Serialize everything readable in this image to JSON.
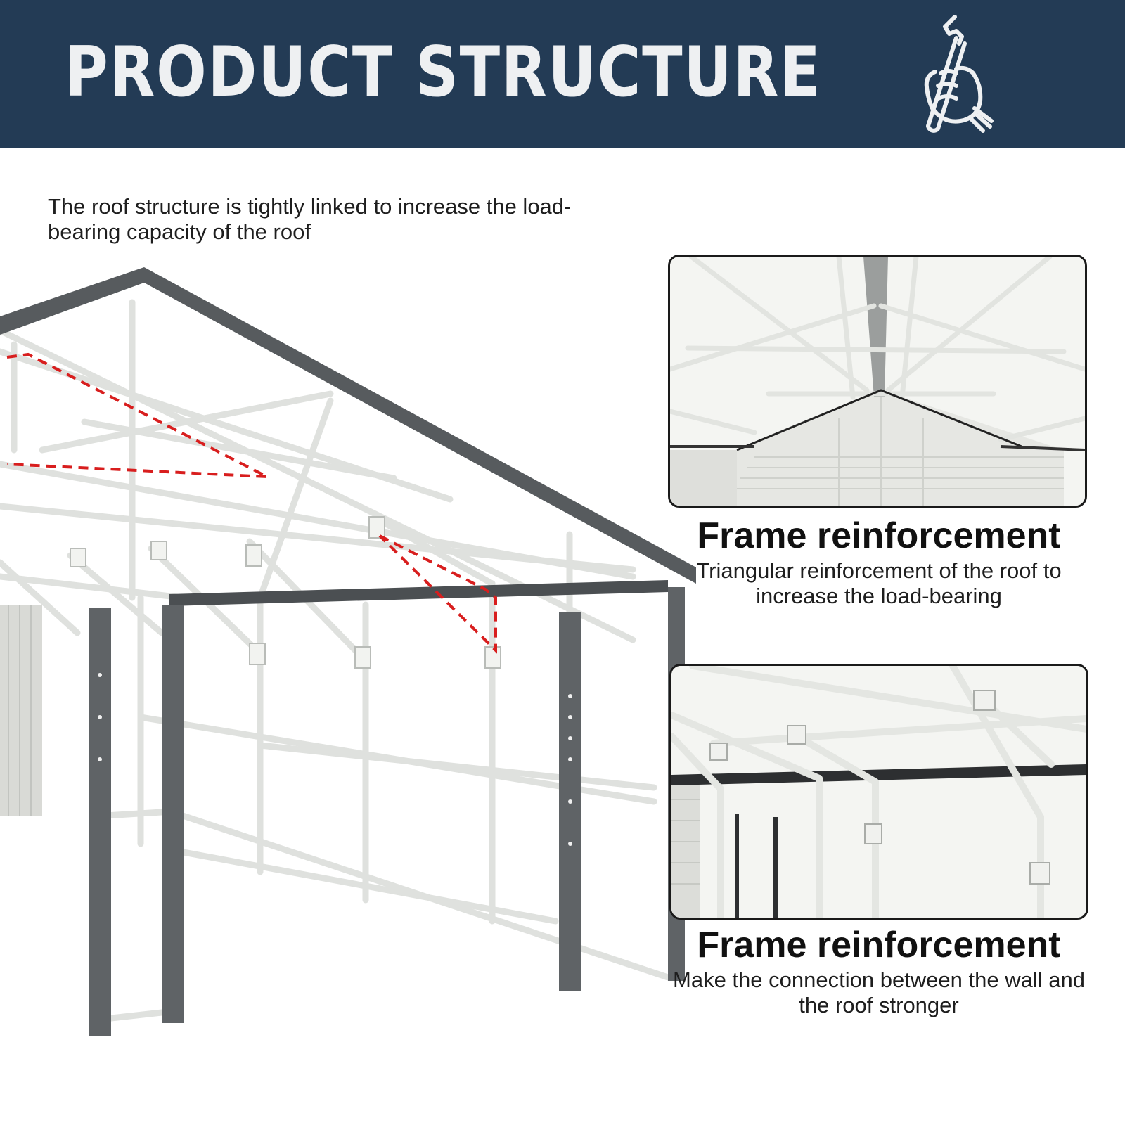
{
  "header": {
    "title": "PRODUCT STRUCTURE",
    "icon": "wrench-fist-icon",
    "background_color": "#233b55",
    "text_color": "#eef0f2"
  },
  "intro": {
    "text": "The roof structure is tightly linked to increase the load-bearing capacity of the roof"
  },
  "features": [
    {
      "heading": "Frame reinforcement",
      "description": "Triangular reinforcement of the roof to increase the load-bearing"
    },
    {
      "heading": "Frame reinforcement",
      "description": "Make the connection between the wall and the roof stronger"
    }
  ],
  "colors": {
    "frame_dark": "#5f6366",
    "frame_light": "#e9ebe8",
    "highlight_dash": "#d81e1e"
  }
}
